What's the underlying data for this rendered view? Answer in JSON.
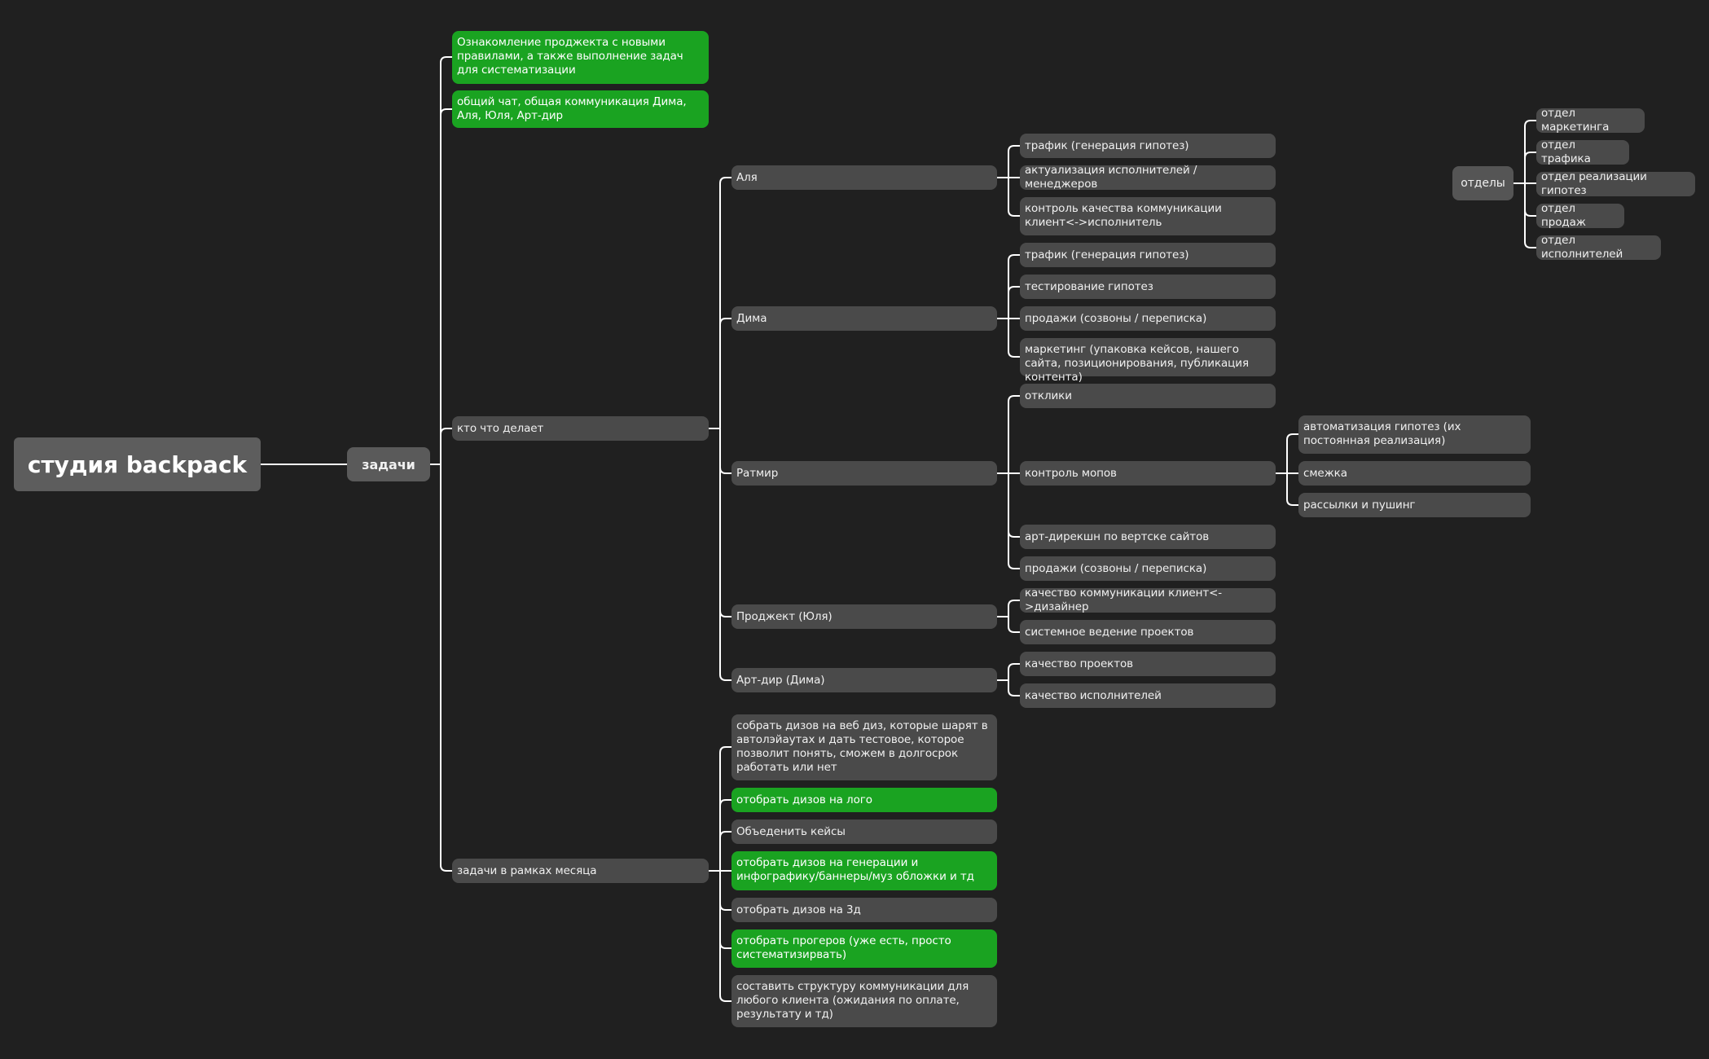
{
  "root": "студия backpack",
  "tasks": "задачи",
  "intro": "Ознакомление проджекта с новыми правилами, а также выполнение задач для систематизации",
  "chat": "общий чат, общая коммуникация Дима, Аля, Юля, Арт-дир",
  "who": {
    "label": "кто что делает",
    "alya": {
      "label": "Аля",
      "items": [
        "трафик (генерация гипотез)",
        "актуализация исполнителей / менеджеров",
        "контроль качества коммуникации клиент<->исполнитель"
      ]
    },
    "dima": {
      "label": "Дима",
      "items": [
        "трафик (генерация гипотез)",
        "тестирование гипотез",
        "продажи (созвоны / переписка)",
        "маркетинг (упаковка кейсов, нашего сайта, позиционирования, публикация контента)"
      ]
    },
    "ratmir": {
      "label": "Ратмир",
      "items": [
        "отклики",
        "контроль мопов",
        "арт-дирекшн по вертске сайтов",
        "продажи (созвоны / переписка)"
      ],
      "mop_items": [
        "автоматизация гипотез (их постоянная реализация)",
        "смежка",
        "рассылки и пушинг"
      ]
    },
    "project": {
      "label": "Проджект (Юля)",
      "items": [
        "качество коммуникации клиент<->дизайнер",
        "системное ведение проектов"
      ]
    },
    "artdir": {
      "label": "Арт-дир (Дима)",
      "items": [
        "качество проектов",
        "качество исполнителей"
      ]
    }
  },
  "month": {
    "label": "задачи в рамках месяца",
    "items": [
      "собрать дизов на веб диз, которые шарят в автолэйаутах и дать тестовое, которое позволит понять, сможем в долгосрок работать или нет",
      "отобрать дизов на лого",
      "Объеденить кейсы",
      "отобрать дизов на генерации и инфографику/баннеры/муз обложки и тд",
      "отобрать дизов на 3д",
      "отобрать прогеров (уже есть, просто систематизирвать)",
      "составить структуру коммуникации для любого клиента (ожидания по оплате, результату и тд)"
    ]
  },
  "departments": {
    "label": "отделы",
    "items": [
      "отдел маркетинга",
      "отдел трафика",
      "отдел реализации гипотез",
      "отдел продаж",
      "отдел исполнителей"
    ]
  },
  "colors": {
    "background": "#202020",
    "node": "#4a4a4a",
    "done": "#1aa321",
    "line": "#ffffff"
  }
}
